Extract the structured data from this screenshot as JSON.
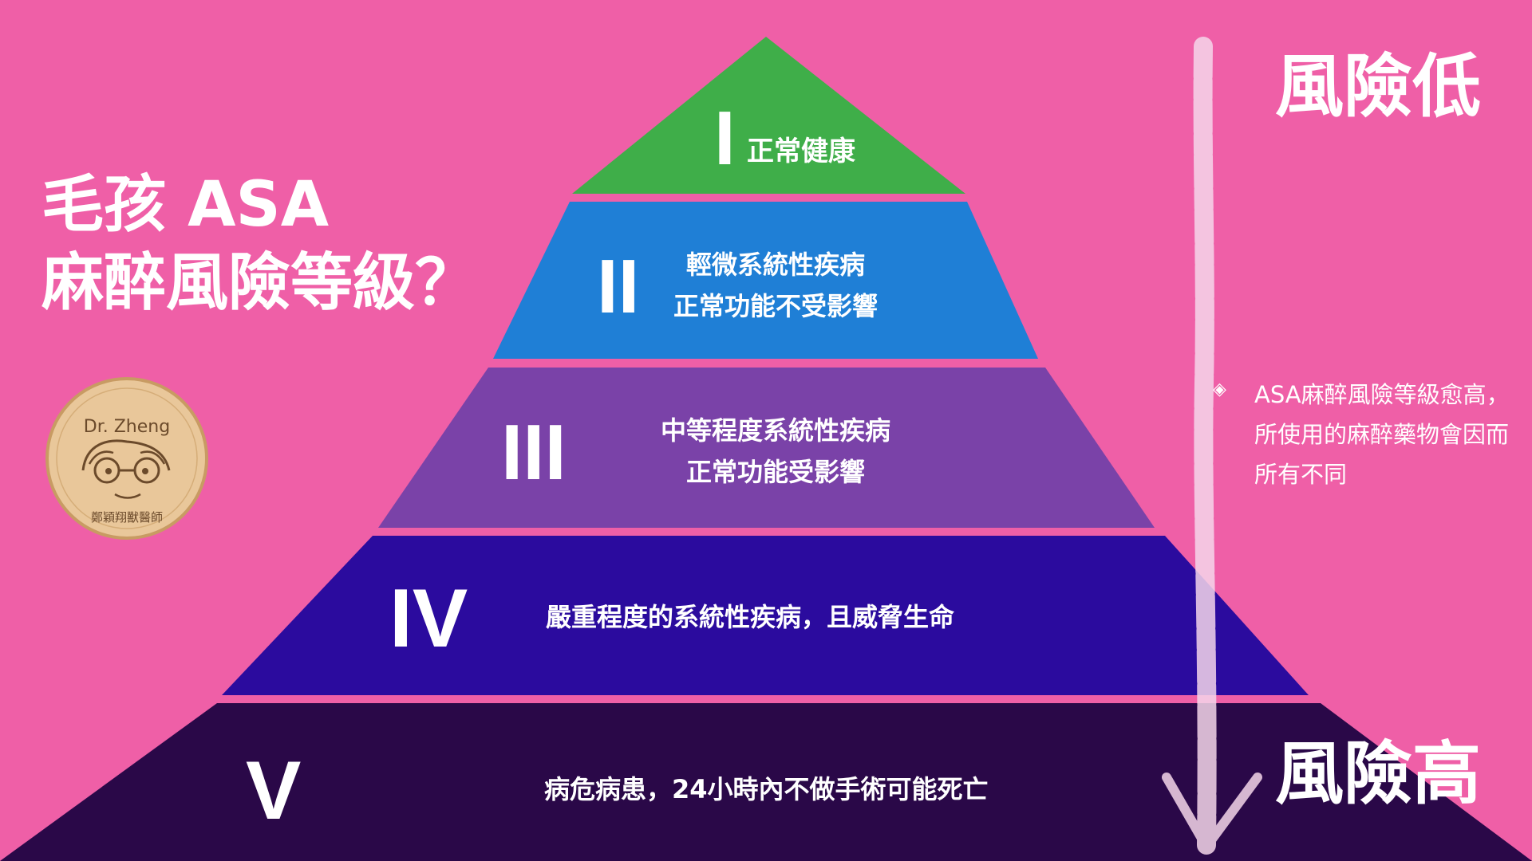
{
  "title": {
    "line1": "毛孩 ASA",
    "line2": "麻醉風險等級？"
  },
  "levels": [
    {
      "numeral": "I",
      "description_lines": [
        "正常健康"
      ],
      "color": "#3fae49"
    },
    {
      "numeral": "II",
      "description_lines": [
        "輕微系統性疾病",
        "正常功能不受影響"
      ],
      "color": "#1f7fd6"
    },
    {
      "numeral": "III",
      "description_lines": [
        "中等程度系統性疾病",
        "正常功能受影響"
      ],
      "color": "#7a42a8"
    },
    {
      "numeral": "IV",
      "description_lines": [
        "嚴重程度的系統性疾病，且威脅生命"
      ],
      "color": "#2b0b9e"
    },
    {
      "numeral": "V",
      "description_lines": [
        "病危病患，24小時內不做手術可能死亡"
      ],
      "color": "#2a0848"
    }
  ],
  "risk_scale": {
    "low_label": "風險低",
    "high_label": "風險高",
    "arrow_direction": "down",
    "arrow_color": "#f4d6ea"
  },
  "note": {
    "icon": "sparkle-icon",
    "text": "ASA麻醉風險等級愈高，所使用的麻醉藥物會因而所有不同"
  },
  "logo": {
    "name": "Dr. Zheng",
    "subtitle": "鄭穎翔獸醫師",
    "color": "#e9c79a"
  },
  "colors": {
    "background": "#ef5fa7"
  }
}
